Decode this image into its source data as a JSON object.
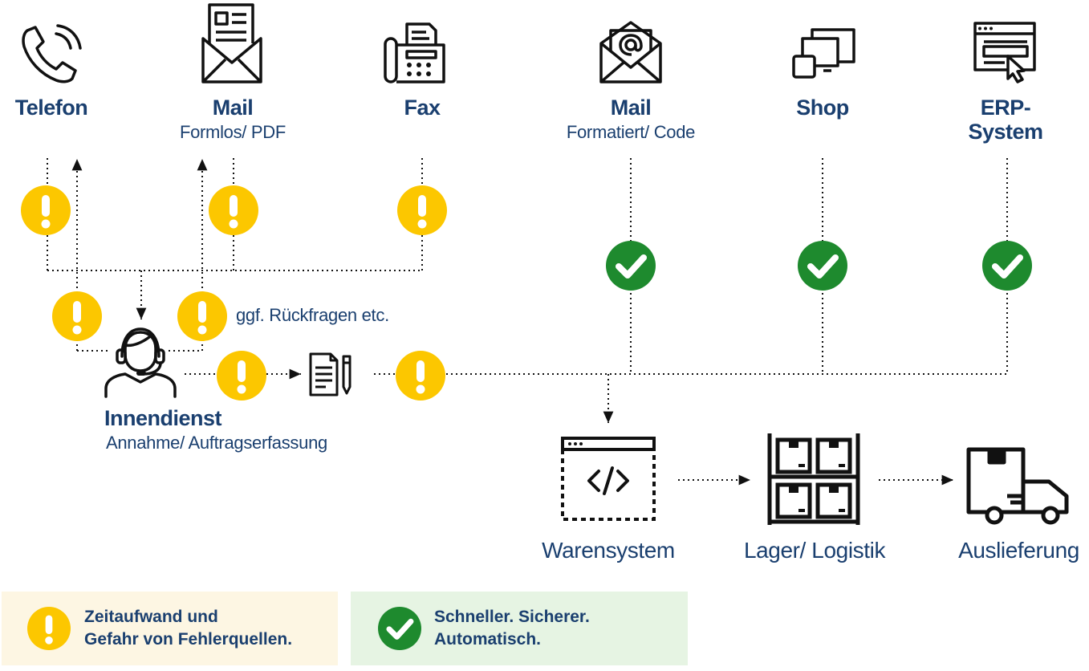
{
  "channels": [
    {
      "title": "Telefon",
      "subtitle": "",
      "status": "warning"
    },
    {
      "title": "Mail",
      "subtitle": "Formlos/ PDF",
      "status": "warning"
    },
    {
      "title": "Fax",
      "subtitle": "",
      "status": "warning"
    },
    {
      "title": "Mail",
      "subtitle": "Formatiert/ Code",
      "status": "ok"
    },
    {
      "title": "Shop",
      "subtitle": "",
      "status": "ok"
    },
    {
      "title": "ERP-\nSystem",
      "subtitle": "",
      "status": "ok"
    }
  ],
  "note": "ggf. Rückfragen etc.",
  "innendienst": {
    "title": "Innendienst",
    "subtitle": "Annahme/ Auftragserfassung"
  },
  "process": [
    {
      "label": "Warensystem",
      "icon": "code-window-icon"
    },
    {
      "label": "Lager/ Logistik",
      "icon": "warehouse-shelf-icon"
    },
    {
      "label": "Auslieferung",
      "icon": "delivery-truck-icon"
    }
  ],
  "legend": {
    "warning": {
      "line1": "Zeitaufwand und",
      "line2": "Gefahr von Fehlerquellen.",
      "bg": "#fdf6e3"
    },
    "ok": {
      "line1": "Schneller. Sicherer.",
      "line2": "Automatisch.",
      "bg": "#e6f4e3"
    }
  },
  "colors": {
    "warning": "#fcc700",
    "ok": "#1e8a2e",
    "text": "#1a3f6f",
    "icon": "#111111"
  }
}
